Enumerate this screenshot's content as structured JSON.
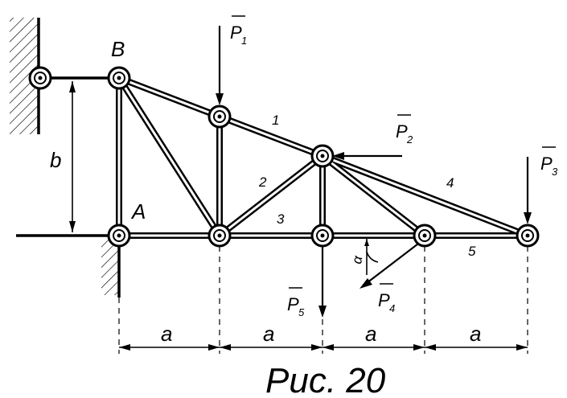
{
  "labels": {
    "node_B": "B",
    "node_A": "A",
    "dim_b": "b",
    "dim_a": "a",
    "angle": "α",
    "caption": "Рис.  20"
  },
  "forces": [
    {
      "letter": "P",
      "sub": "1"
    },
    {
      "letter": "P",
      "sub": "2"
    },
    {
      "letter": "P",
      "sub": "3"
    },
    {
      "letter": "P",
      "sub": "4"
    },
    {
      "letter": "P",
      "sub": "5"
    }
  ],
  "members": [
    "1",
    "2",
    "3",
    "4",
    "5"
  ],
  "colors": {
    "ink": "#000000",
    "background": "#ffffff"
  }
}
